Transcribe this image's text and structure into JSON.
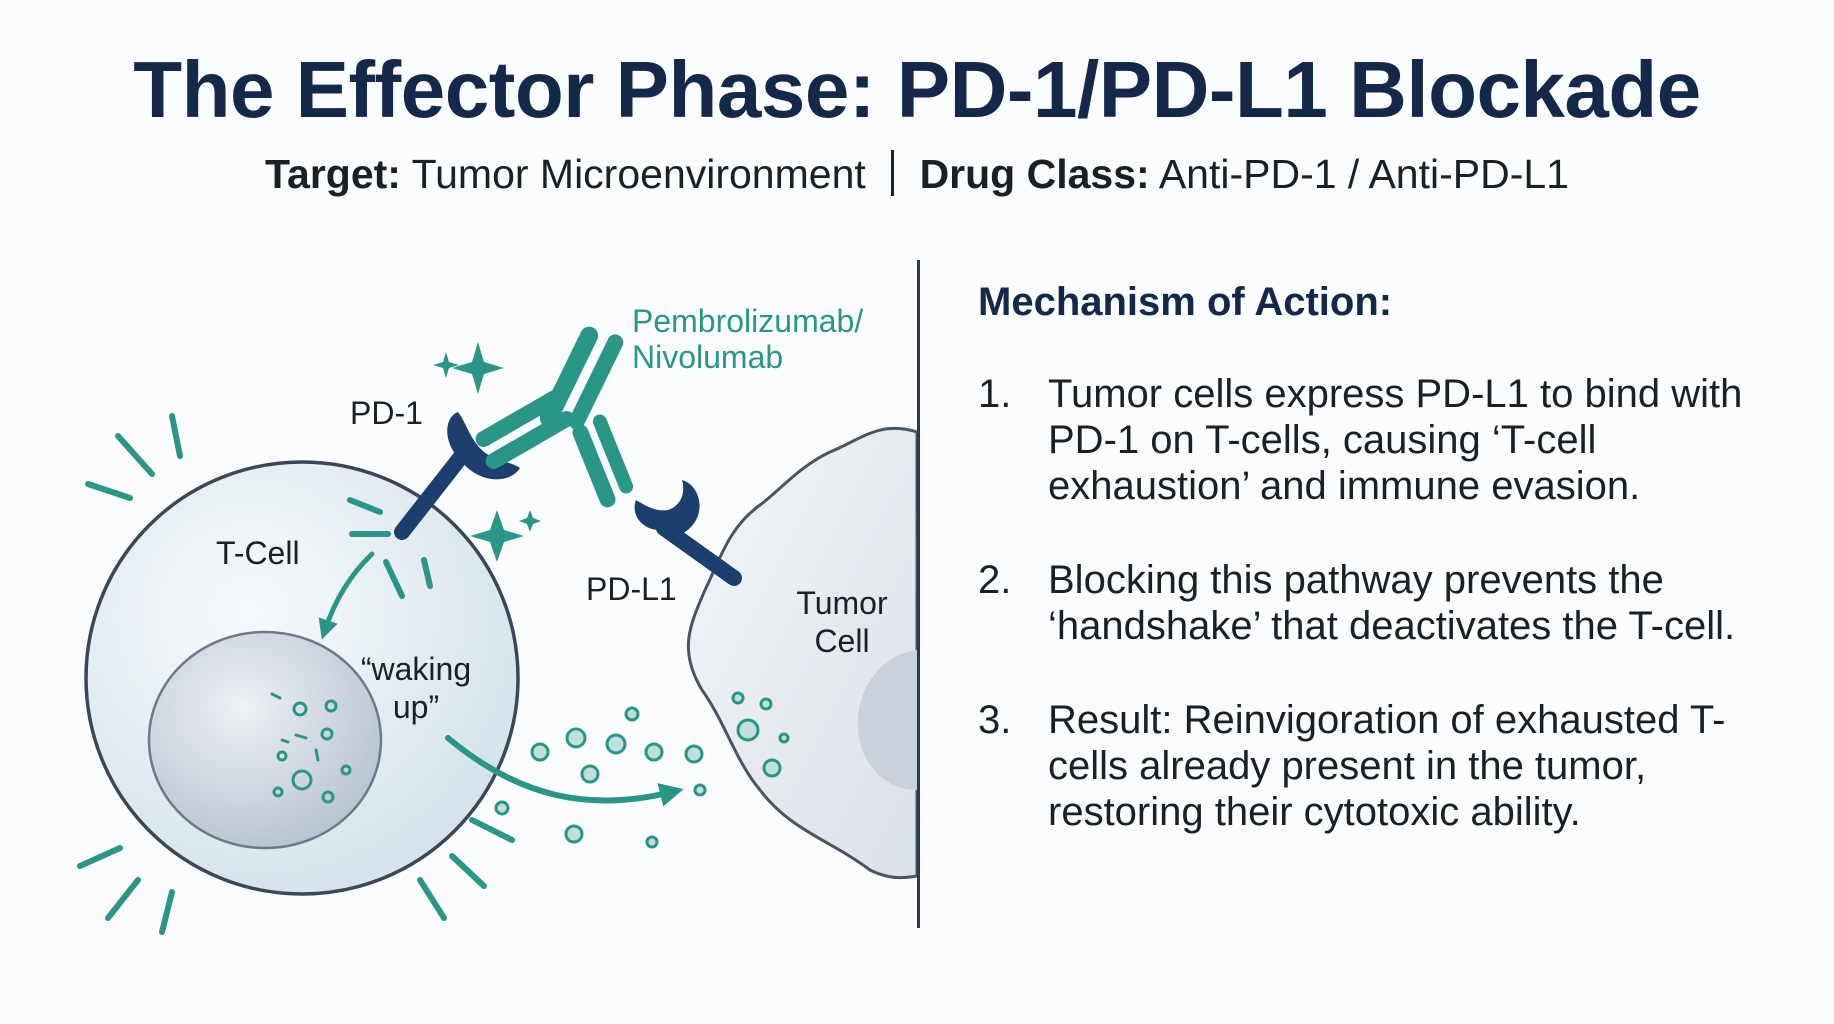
{
  "title": "The Effector Phase: PD-1/PD-L1 Blockade",
  "subtitle": {
    "target_label": "Target:",
    "target_value": "Tumor Microenvironment",
    "drug_label": "Drug Class:",
    "drug_value": "Anti-PD-1 / Anti-PD-L1"
  },
  "diagram": {
    "drug_label_line1": "Pembrolizumab/",
    "drug_label_line2": "Nivolumab",
    "pd1_label": "PD-1",
    "pdl1_label": "PD-L1",
    "tcell_label": "T-Cell",
    "waking_line1": "“waking",
    "waking_line2": "up”",
    "tumor_line1": "Tumor",
    "tumor_line2": "Cell",
    "colors": {
      "navy": "#1c3f6e",
      "teal": "#2a9687",
      "cell_fill": "#e6eef3"
    }
  },
  "mechanism": {
    "heading": "Mechanism of Action:",
    "items": [
      {
        "num": "1.",
        "text": "Tumor cells express PD-L1 to bind with PD-1 on T-cells, causing ‘T-cell exhaustion’ and immune evasion."
      },
      {
        "num": "2.",
        "text": "Blocking this pathway prevents the ‘handshake’ that deactivates the T-cell."
      },
      {
        "num": "3.",
        "text": "Result: Reinvigoration of exhausted T-cells already present in the tumor, restoring their cytotoxic ability."
      }
    ]
  }
}
